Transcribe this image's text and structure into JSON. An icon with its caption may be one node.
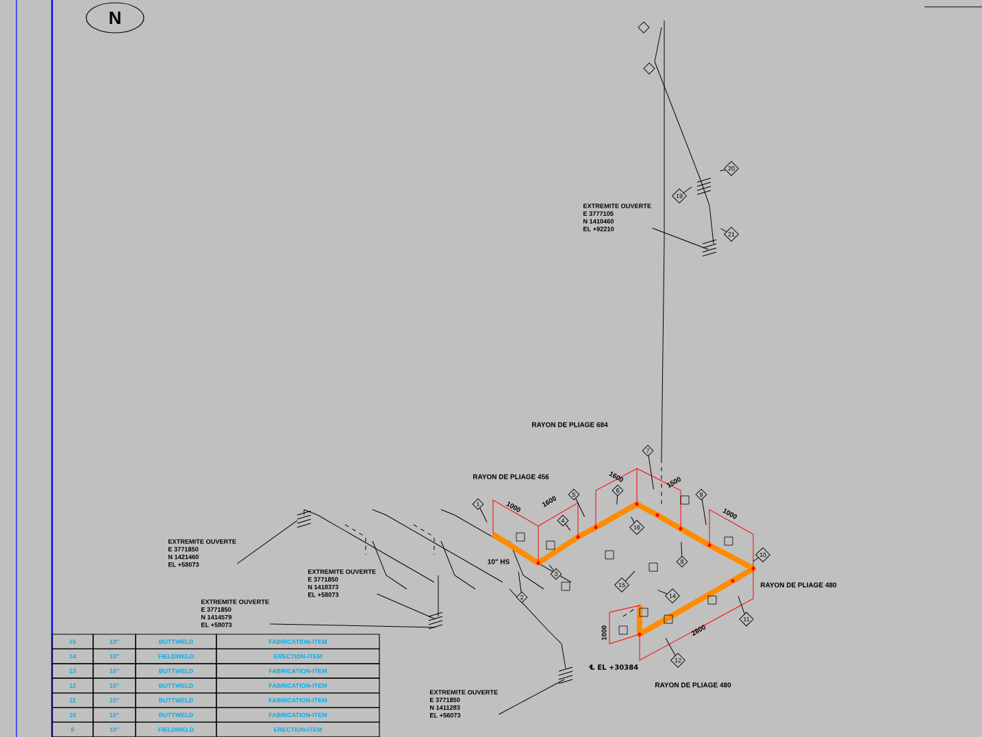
{
  "diagram": {
    "nodes": [
      {
        "text": [
          "EXTREMITE OUVERTE",
          "E 3777105",
          "N 1410460",
          "EL +92210"
        ]
      },
      {
        "text": [
          "EXTREMITE OUVERTE",
          "E 3771850",
          "N 1421460",
          "EL +58073"
        ]
      },
      {
        "text": [
          "EXTREMITE OUVERTE",
          "E 3771850",
          "N 1418373",
          "EL +58073"
        ]
      },
      {
        "text": [
          "EXTREMITE OUVERTE",
          "E 3771850",
          "N 1414579",
          "EL +58073"
        ]
      },
      {
        "text": [
          "EXTREMITE OUVERTE",
          "E 3771850",
          "N 1411283",
          "EL +56073"
        ]
      },
      {
        "text": [
          "1"
        ]
      },
      {
        "text": [
          "2"
        ]
      },
      {
        "text": [
          "3"
        ]
      },
      {
        "text": [
          "4"
        ]
      },
      {
        "text": [
          "5"
        ]
      },
      {
        "text": [
          "6"
        ]
      },
      {
        "text": [
          "7"
        ]
      },
      {
        "text": [
          "8"
        ]
      },
      {
        "text": [
          "9"
        ]
      },
      {
        "text": [
          "10"
        ]
      },
      {
        "text": [
          "11"
        ]
      },
      {
        "text": [
          "12"
        ]
      },
      {
        "text": [
          "14"
        ]
      },
      {
        "text": [
          "15"
        ]
      },
      {
        "text": [
          "16"
        ]
      },
      {
        "text": [
          "19"
        ]
      },
      {
        "text": [
          "20"
        ]
      },
      {
        "text": [
          "21"
        ]
      }
    ],
    "edges": [
      {
        "from": 0,
        "to": null,
        "arrow": "none"
      },
      {
        "from": 1,
        "to": null,
        "arrow": "none"
      },
      {
        "from": 2,
        "to": null,
        "arrow": "none"
      },
      {
        "from": 3,
        "to": null,
        "arrow": "none"
      },
      {
        "from": 4,
        "to": null,
        "arrow": "none"
      },
      {
        "from": 5,
        "to": null,
        "arrow": "none"
      },
      {
        "from": 6,
        "to": null,
        "arrow": "none"
      },
      {
        "from": 7,
        "to": null,
        "arrow": "none"
      },
      {
        "from": 8,
        "to": null,
        "arrow": "none"
      },
      {
        "from": 9,
        "to": null,
        "arrow": "none"
      },
      {
        "from": 10,
        "to": null,
        "arrow": "none"
      },
      {
        "from": 11,
        "to": null,
        "arrow": "none"
      },
      {
        "from": 12,
        "to": null,
        "arrow": "none"
      },
      {
        "from": 13,
        "to": null,
        "arrow": "none"
      },
      {
        "from": 14,
        "to": null,
        "arrow": "none"
      },
      {
        "from": 15,
        "to": null,
        "arrow": "none"
      },
      {
        "from": 16,
        "to": null,
        "arrow": "none"
      },
      {
        "from": 17,
        "to": null,
        "arrow": "none"
      },
      {
        "from": 18,
        "to": null,
        "arrow": "none"
      },
      {
        "from": 19,
        "to": null,
        "arrow": "none"
      },
      {
        "from": 20,
        "to": null,
        "arrow": "none"
      },
      {
        "from": 21,
        "to": null,
        "arrow": "none"
      },
      {
        "from": 22,
        "to": null,
        "arrow": "none"
      }
    ],
    "labels": [
      "N",
      "RAYON DE PLIAGE 684",
      "RAYON DE PLIAGE 456",
      "RAYON DE PLIAGE 480",
      "RAYON DE PLIAGE 480",
      "10\" HS",
      "℄ EL +30384",
      "1000",
      "1600",
      "1600",
      "1500",
      "1000",
      "1000",
      "2800",
      "15",
      "10\"",
      "BUTTWELD",
      "FABRICATION-ITEM",
      "14",
      "10\"",
      "FIELDWELD",
      "ERECTION-ITEM",
      "13",
      "10\"",
      "BUTTWELD",
      "FABRICATION-ITEM",
      "12",
      "10\"",
      "BUTTWELD",
      "FABRICATION-ITEM",
      "11",
      "10\"",
      "BUTTWELD",
      "FABRICATION-ITEM",
      "10",
      "10\"",
      "BUTTWELD",
      "FABRICATION-ITEM",
      "9",
      "10\"",
      "FIELDWELD",
      "ERECTION-ITEM"
    ]
  }
}
